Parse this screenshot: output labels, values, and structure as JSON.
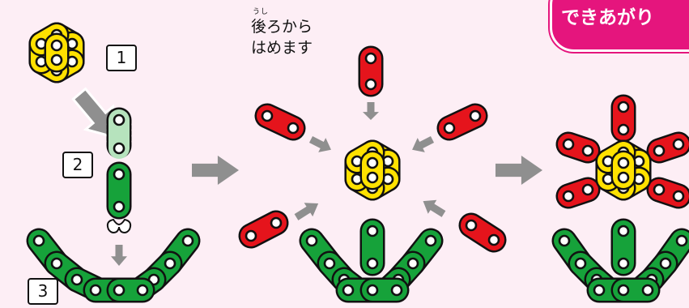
{
  "step_labels": {
    "step1": "1",
    "step2": "2",
    "step3": "3"
  },
  "instruction": {
    "ruby": "うし",
    "line1": "後ろから",
    "line2": "はめます"
  },
  "badge": {
    "text": "できあがり"
  },
  "colors": {
    "background": "#fdeef5",
    "yellow": "#ffe100",
    "red": "#e5141c",
    "green": "#16a23a",
    "ghost": "#b6e3bd",
    "arrow": "#8f8f8f",
    "badge": "#e5157d"
  },
  "icons": [
    "arrow-right-icon",
    "arrow-down-icon",
    "release-clip-icon"
  ]
}
